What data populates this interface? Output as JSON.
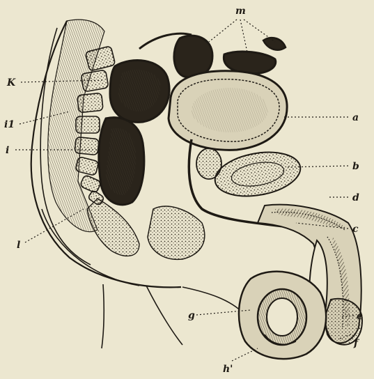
{
  "labels": {
    "m": "m",
    "k": "K",
    "i1": "i1",
    "i": "i",
    "l": "l",
    "a": "a",
    "b": "b",
    "d": "d",
    "c": "c",
    "e": "e",
    "f": "f",
    "g": "g",
    "h": "h'"
  },
  "colors": {
    "paper": "#ece7d0",
    "ink": "#1e1a14",
    "dark_tissue": "#2a241b",
    "mid_tissue": "#6b624f",
    "light_tissue": "#d9d2b8"
  }
}
